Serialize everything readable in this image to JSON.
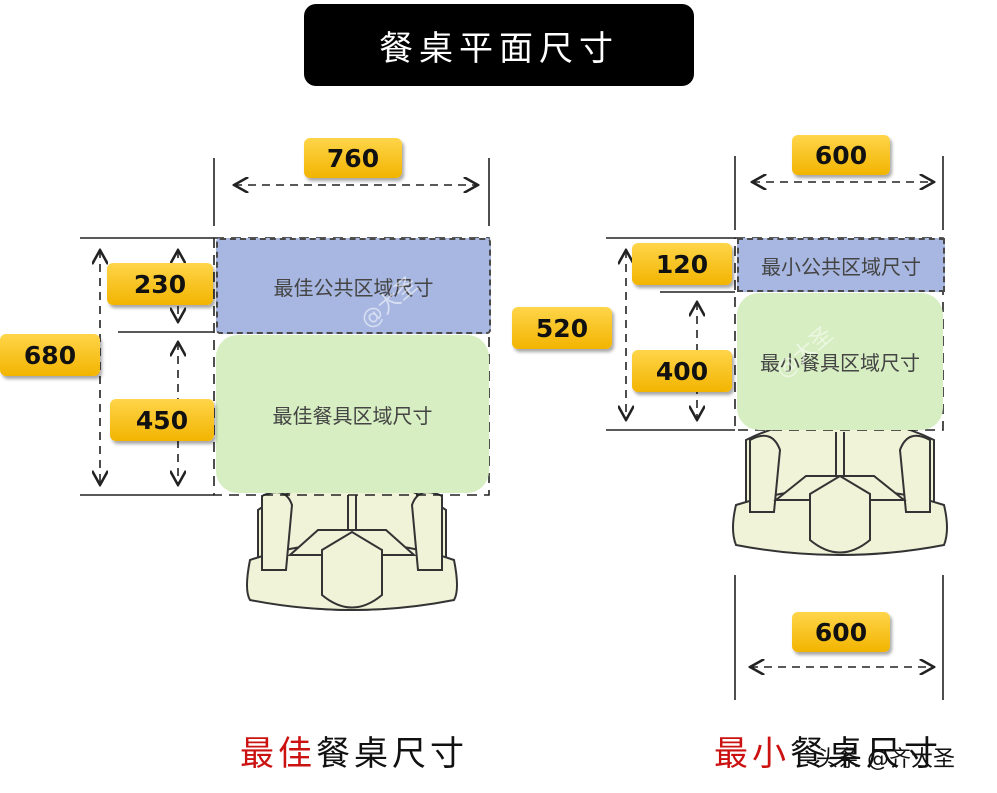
{
  "title": "餐桌平面尺寸",
  "best": {
    "width": "760",
    "depth_total": "680",
    "public_depth": "230",
    "dining_depth": "450",
    "public_zone_label": "最佳公共区域尺寸",
    "dining_zone_label": "最佳餐具区域尺寸",
    "caption_highlight": "最佳",
    "caption_rest": "餐桌尺寸"
  },
  "minimum": {
    "width": "600",
    "depth_total": "520",
    "public_depth": "120",
    "dining_depth": "400",
    "clearance_width": "600",
    "public_zone_label": "最小公共区域尺寸",
    "dining_zone_label": "最小餐具区域尺寸",
    "caption_highlight": "最小",
    "caption_rest": "餐桌尺寸"
  },
  "watermark": "@大圣",
  "credit": "头条 @齐大圣",
  "colors": {
    "public_zone": "#a7b7e1",
    "dining_zone": "#d6eec1",
    "badge": "#f5c01a",
    "highlight_text": "#cc1111",
    "chair": "#f0f3d8"
  }
}
